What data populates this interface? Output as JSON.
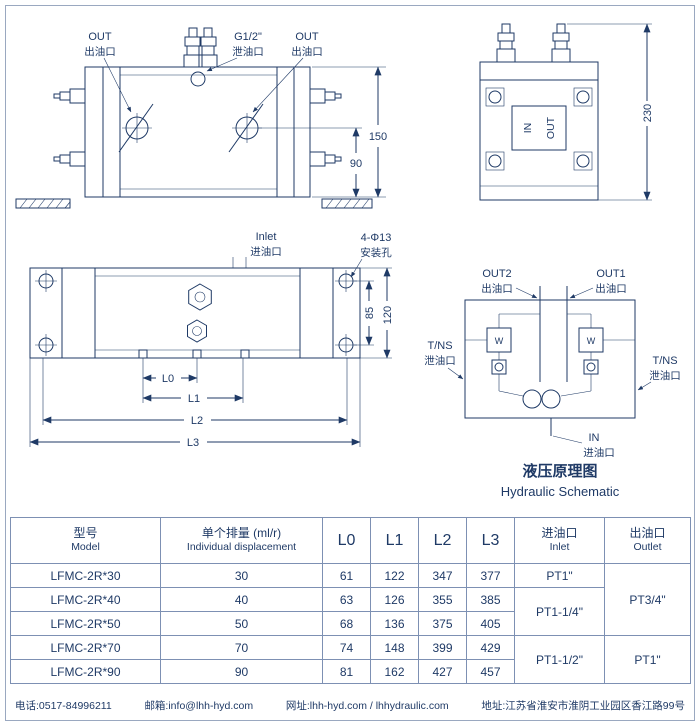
{
  "front_view": {
    "out_left": "OUT",
    "out_left_cn": "出油口",
    "drain": "G1/2\"",
    "drain_cn": "泄油口",
    "out_right": "OUT",
    "out_right_cn": "出油口",
    "dim_height": "150",
    "dim_port": "90"
  },
  "side_view": {
    "dim_total": "230",
    "tag_in": "IN",
    "tag_out": "OUT"
  },
  "top_view": {
    "inlet": "Inlet",
    "inlet_cn": "进油口",
    "holes": "4-Φ13",
    "holes_cn": "安装孔",
    "dim_85": "85",
    "dim_120": "120",
    "l0": "L0",
    "l1": "L1",
    "l2": "L2",
    "l3": "L3"
  },
  "schematic": {
    "out2": "OUT2",
    "out2_cn": "出油口",
    "out1": "OUT1",
    "out1_cn": "出油口",
    "tns_left": "T/NS",
    "tns_left_cn": "泄油口",
    "tns_right": "T/NS",
    "tns_right_cn": "泄油口",
    "in": "IN",
    "in_cn": "进油口",
    "valve_mark": "W",
    "title_cn": "液压原理图",
    "title_en": "Hydraulic Schematic"
  },
  "table": {
    "headers": {
      "model_cn": "型号",
      "model_en": "Model",
      "disp_cn": "单个排量 (ml/r)",
      "disp_en": "Individual displacement",
      "l0": "L0",
      "l1": "L1",
      "l2": "L2",
      "l3": "L3",
      "inlet_cn": "进油口",
      "inlet_en": "Inlet",
      "outlet_cn": "出油口",
      "outlet_en": "Outlet"
    },
    "rows": [
      {
        "model": "LFMC-2R*30",
        "disp": "30",
        "l0": "61",
        "l1": "122",
        "l2": "347",
        "l3": "377"
      },
      {
        "model": "LFMC-2R*40",
        "disp": "40",
        "l0": "63",
        "l1": "126",
        "l2": "355",
        "l3": "385"
      },
      {
        "model": "LFMC-2R*50",
        "disp": "50",
        "l0": "68",
        "l1": "136",
        "l2": "375",
        "l3": "405"
      },
      {
        "model": "LFMC-2R*70",
        "disp": "70",
        "l0": "74",
        "l1": "148",
        "l2": "399",
        "l3": "429"
      },
      {
        "model": "LFMC-2R*90",
        "disp": "90",
        "l0": "81",
        "l1": "162",
        "l2": "427",
        "l3": "457"
      }
    ],
    "inlet_r1": "PT1\"",
    "inlet_r2_3": "PT1-1/4\"",
    "inlet_r4_5": "PT1-1/2\"",
    "outlet_r1_3": "PT3/4\"",
    "outlet_r4_5": "PT1\""
  },
  "footer": {
    "phone": "电话:0517-84996211",
    "email": "邮箱:info@lhh-hyd.com",
    "website": "网址:lhh-hyd.com / lhhydraulic.com",
    "address": "地址:江苏省淮安市淮阴工业园区香江路99号"
  }
}
